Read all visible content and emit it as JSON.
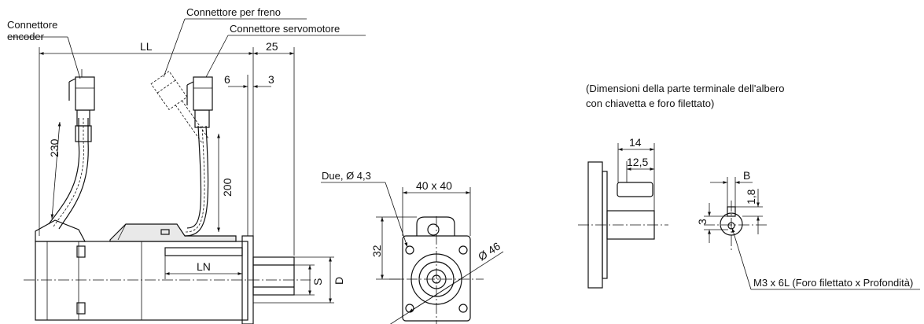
{
  "callouts": {
    "encoder_connector": [
      "Connettore",
      "encoder"
    ],
    "brake_connector": "Connettore per freno",
    "servo_connector": "Connettore servomotore",
    "mount_holes": "Due, Ø 4,3",
    "tapped_hole": "M3 x 6L (Foro filettato x Profondità)"
  },
  "note": {
    "line1": "(Dimensioni della parte terminale dell'albero",
    "line2": "con chiavetta e foro filettato)"
  },
  "dims": {
    "LL": "LL",
    "shaft_len": "25",
    "d6": "6",
    "d3": "3",
    "cable_enc": "230",
    "cable_servo": "200",
    "LN": "LN",
    "S": "S",
    "D": "D",
    "flange_sq": "40 x 40",
    "height32": "32",
    "pcd": "Ø 46",
    "key_len14": "14",
    "key_len125": "12,5",
    "key_B": "B",
    "key_18": "1,8",
    "key_3": "3"
  }
}
